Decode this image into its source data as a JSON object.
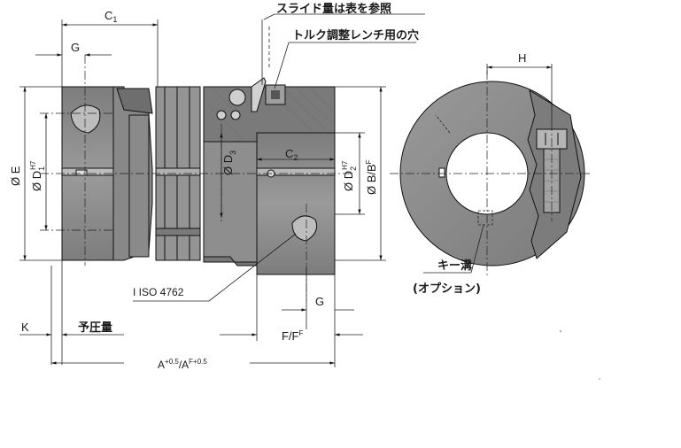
{
  "labels": {
    "c1": "C",
    "c1_sub": "1",
    "c2": "C",
    "c2_sub": "2",
    "g_top": "G",
    "g_bottom": "G",
    "h": "H",
    "k": "K",
    "e": "Ø E",
    "d1": "Ø D",
    "d1_sub": "1",
    "d1_sup": "H7",
    "d3": "Ø D",
    "d3_sub": "3",
    "d2": "Ø D",
    "d2_sub": "2",
    "d2_sup": "H7",
    "b": "Ø B/B",
    "b_sup": "F",
    "f": "F/F",
    "f_sup": "F",
    "a": "A",
    "a_sup1": "+0.5",
    "a_mid": "/A",
    "a_sup2": "F+0.5",
    "iso": "I ISO 4762",
    "slide": "スライド量は表を参照",
    "wrench": "トルク調整レンチ用の穴",
    "preload": "予圧量",
    "keyway": "キー溝",
    "option": "(オプション)"
  },
  "colors": {
    "part_fill": "#8c8c8c",
    "part_dark": "#6e6e6e",
    "part_light": "#a8a8a8",
    "line": "#111111"
  }
}
